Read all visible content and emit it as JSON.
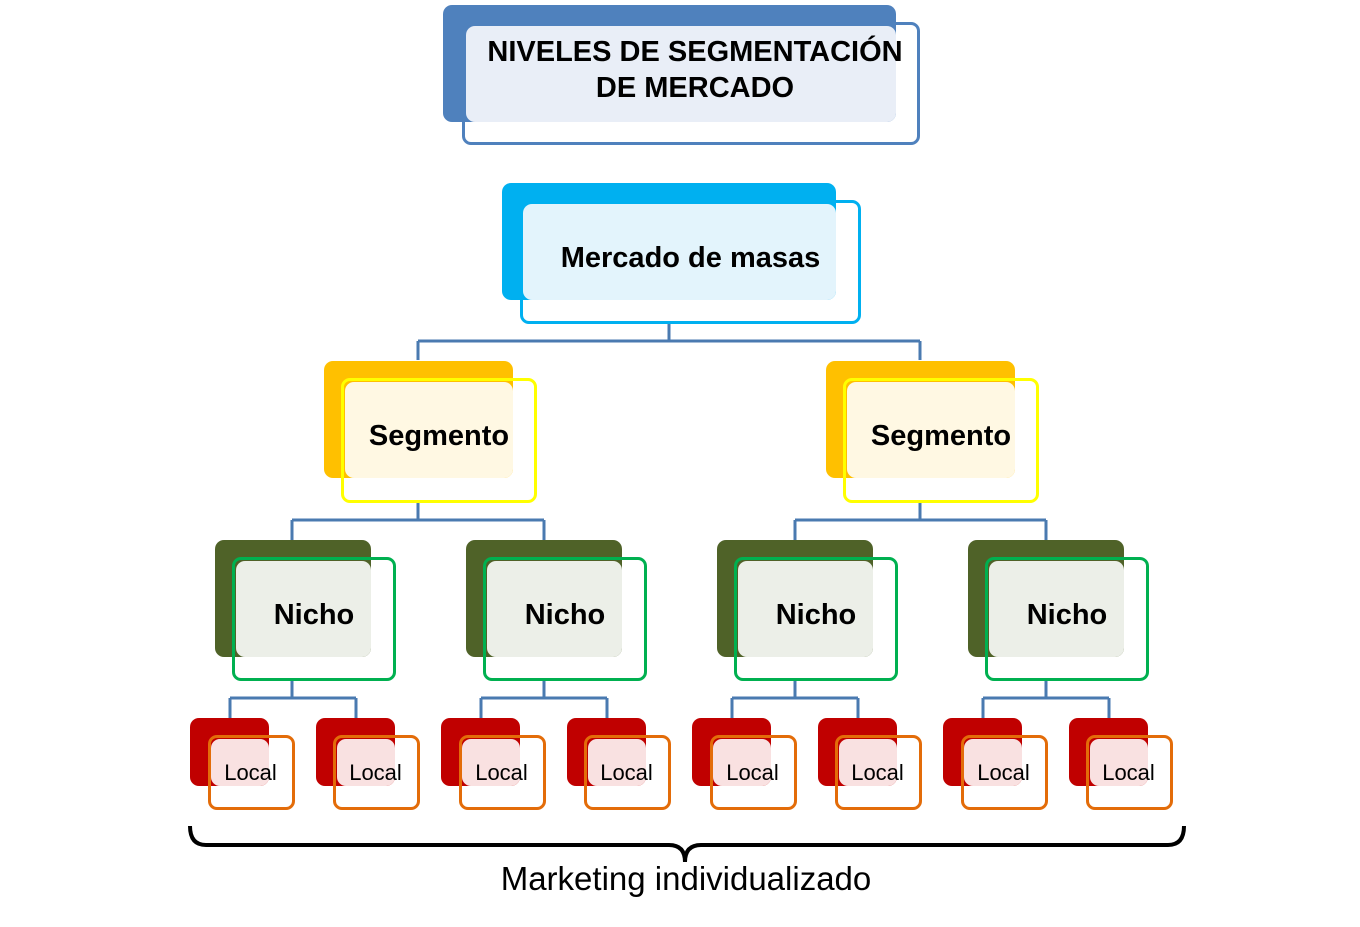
{
  "title": {
    "line1": "NIVELES DE SEGMENTACIÓN",
    "line2": "DE MERCADO"
  },
  "root": {
    "label": "Mercado de masas"
  },
  "segments": [
    {
      "label": "Segmento"
    },
    {
      "label": "Segmento"
    }
  ],
  "niches": [
    {
      "label": "Nicho"
    },
    {
      "label": "Nicho"
    },
    {
      "label": "Nicho"
    },
    {
      "label": "Nicho"
    }
  ],
  "locals": [
    {
      "label": "Local"
    },
    {
      "label": "Local"
    },
    {
      "label": "Local"
    },
    {
      "label": "Local"
    },
    {
      "label": "Local"
    },
    {
      "label": "Local"
    },
    {
      "label": "Local"
    },
    {
      "label": "Local"
    }
  ],
  "footer": {
    "label": "Marketing individualizado"
  },
  "colors": {
    "title_back": "#4f81bd",
    "title_front_fill": "#e9eef7",
    "title_border": "#4f81bd",
    "root_back": "#00b0f0",
    "root_front_fill": "#e3f4fc",
    "root_border": "#00b0f0",
    "segment_back": "#ffc000",
    "segment_front_fill": "#fff8e3",
    "segment_border": "#ffff00",
    "niche_back": "#4f6228",
    "niche_front_fill": "#ecefe8",
    "niche_border": "#00b050",
    "local_back": "#c00000",
    "local_front_fill": "#f9e1e1",
    "local_border": "#e36c09",
    "connector": "#4a7ab0",
    "brace": "#000000"
  }
}
